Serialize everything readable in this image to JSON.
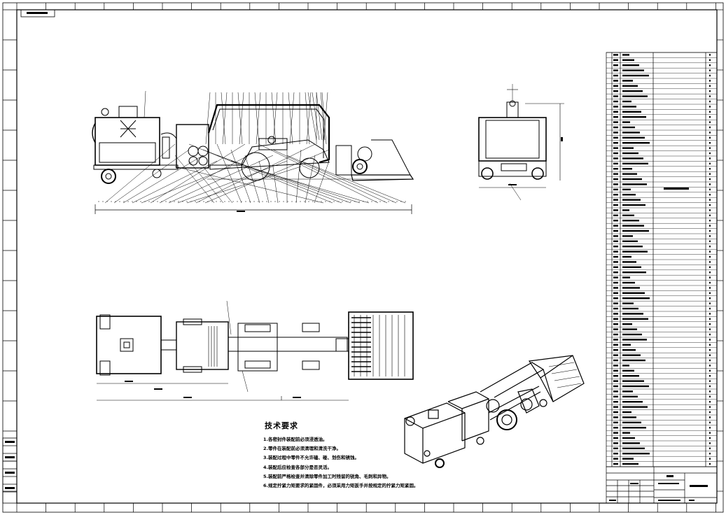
{
  "drawing": {
    "technical_requirements": {
      "title": "技术要求",
      "items": [
        "1.各密封件装配前必须浸透油。",
        "2.零件在装配前必须清理和清洗干净。",
        "3.装配过程中零件不允许磕、碰、划伤和锈蚀。",
        "4.装配后应检查各部分是否灵活。",
        "5.装配前严格检查并清除零件加工时残留的锐角、毛刺和异物。",
        "6.规定拧紧力矩要求的紧固件，必须采用力矩扳手并按规定的拧紧力矩紧固。"
      ]
    },
    "colors": {
      "line": "#000000",
      "paper": "#ffffff"
    }
  }
}
